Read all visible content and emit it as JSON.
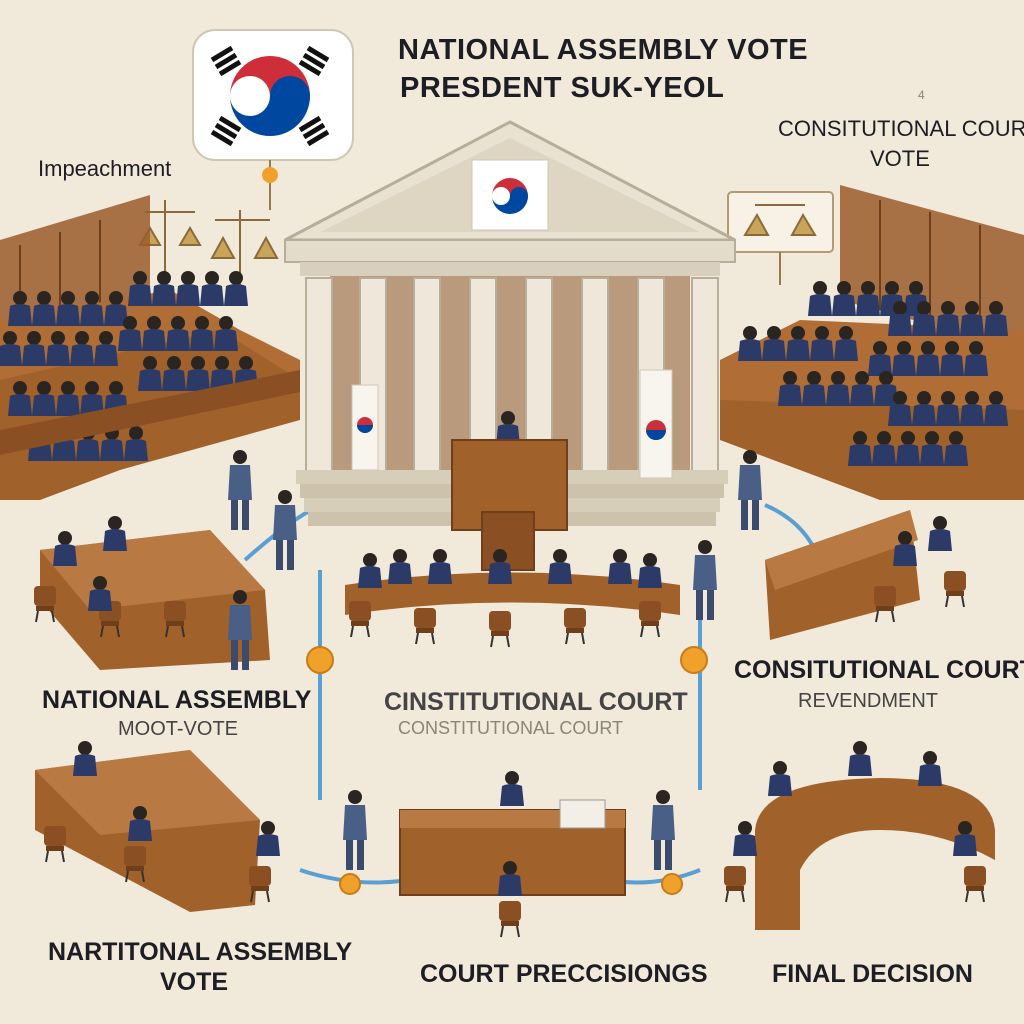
{
  "labels": {
    "title_line1": "NATIONAL ASSEMBLY VOTE",
    "title_line2": "PRESDENT   SUK-YEOL",
    "top_num": "4",
    "impeachment": "Impeachment",
    "cc_vote_line1": "CONSITUTIONAL COUR",
    "cc_vote_line2": "VOTE",
    "na_mid": "NATIONAL ASSEMBLY",
    "na_mid_sub": "MOOT-VOTE",
    "cc_center": "CINSTITUTIONAL COURT",
    "cc_center_sub": "CONSTITUTIONAL COURT",
    "cc_right": "CONSITUTIONAL COURT",
    "cc_right_sub": "REVENDMENT",
    "na_bottom_line1": "NARTITONAL ASSEMBLY",
    "na_bottom_line2": "VOTE",
    "court_proceedings": "COURT PRECCISIONGS",
    "final_decision": "FINAL DECISION"
  },
  "colors": {
    "background": "#f1e9da",
    "wood": "#a0612b",
    "wood_dark": "#6e3f1a",
    "robe": "#2b3a66",
    "marble": "#e9e2d3",
    "flag_red": "#cd2e3a",
    "flag_blue": "#0047a0",
    "timeline": "#5a9fd4",
    "node": "#f0a12c"
  }
}
